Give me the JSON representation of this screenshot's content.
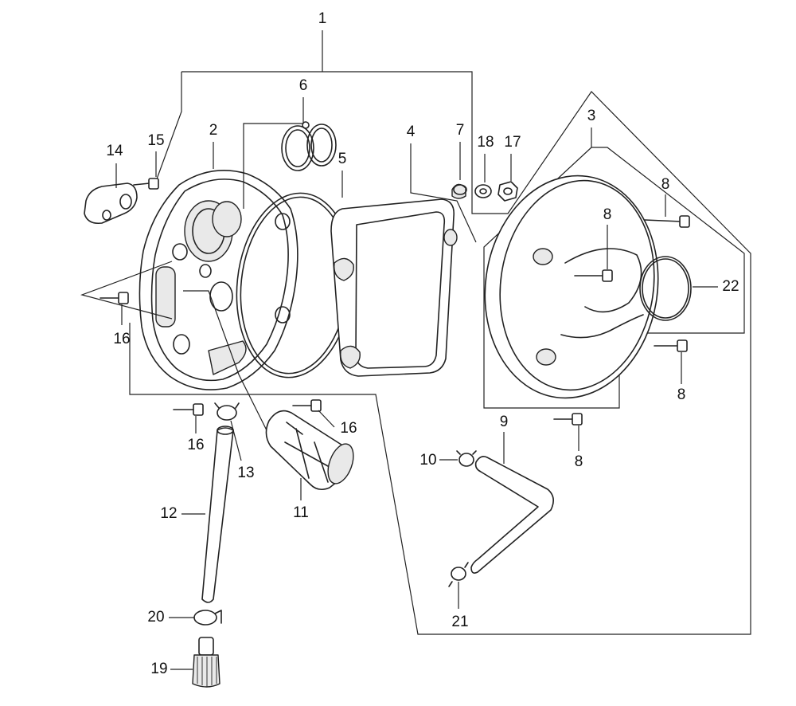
{
  "callouts": [
    {
      "id": "c1",
      "label": "1"
    },
    {
      "id": "c2",
      "label": "2"
    },
    {
      "id": "c3",
      "label": "3"
    },
    {
      "id": "c4",
      "label": "4"
    },
    {
      "id": "c5",
      "label": "5"
    },
    {
      "id": "c6",
      "label": "6"
    },
    {
      "id": "c7",
      "label": "7"
    },
    {
      "id": "c8a",
      "label": "8"
    },
    {
      "id": "c8b",
      "label": "8"
    },
    {
      "id": "c8c",
      "label": "8"
    },
    {
      "id": "c8d",
      "label": "8"
    },
    {
      "id": "c9",
      "label": "9"
    },
    {
      "id": "c10",
      "label": "10"
    },
    {
      "id": "c11",
      "label": "11"
    },
    {
      "id": "c12",
      "label": "12"
    },
    {
      "id": "c13",
      "label": "13"
    },
    {
      "id": "c14",
      "label": "14"
    },
    {
      "id": "c15",
      "label": "15"
    },
    {
      "id": "c16a",
      "label": "16"
    },
    {
      "id": "c16b",
      "label": "16"
    },
    {
      "id": "c16c",
      "label": "16"
    },
    {
      "id": "c17",
      "label": "17"
    },
    {
      "id": "c18",
      "label": "18"
    },
    {
      "id": "c19",
      "label": "19"
    },
    {
      "id": "c20",
      "label": "20"
    },
    {
      "id": "c21",
      "label": "21"
    },
    {
      "id": "c22",
      "label": "22"
    }
  ]
}
